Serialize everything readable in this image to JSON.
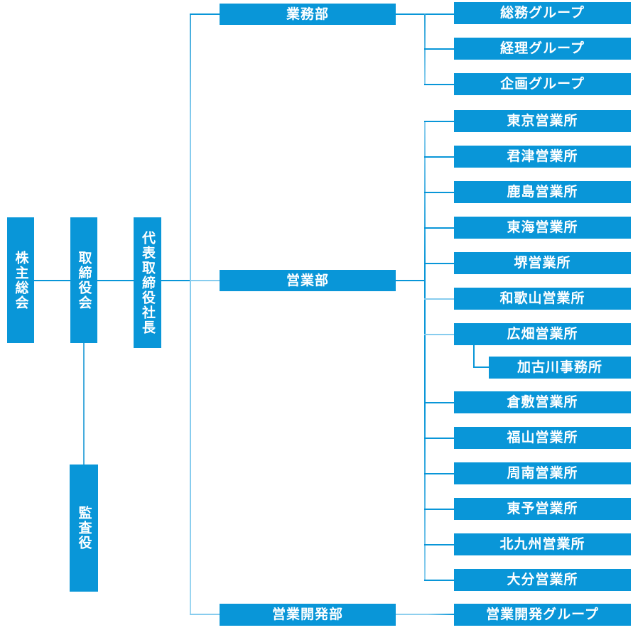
{
  "colors": {
    "box_blue": "#0996d8",
    "line_blue": "#0996d8",
    "line_light_blue": "#87ccee",
    "text_white": "#ffffff",
    "background": "#ffffff"
  },
  "org_chart": {
    "governance_chain": [
      {
        "label": "株主総会"
      },
      {
        "label": "取締役会"
      },
      {
        "label": "代表取締役社長"
      }
    ],
    "auditor": {
      "label": "監査役"
    },
    "departments": [
      {
        "label": "業務部",
        "children": [
          {
            "label": "総務グループ"
          },
          {
            "label": "経理グループ"
          },
          {
            "label": "企画グループ"
          }
        ]
      },
      {
        "label": "営業部",
        "children": [
          {
            "label": "東京営業所"
          },
          {
            "label": "君津営業所"
          },
          {
            "label": "鹿島営業所"
          },
          {
            "label": "東海営業所"
          },
          {
            "label": "堺営業所"
          },
          {
            "label": "和歌山営業所"
          },
          {
            "label": "広畑営業所",
            "children": [
              {
                "label": "加古川事務所"
              }
            ]
          },
          {
            "label": "倉敷営業所"
          },
          {
            "label": "福山営業所"
          },
          {
            "label": "周南営業所"
          },
          {
            "label": "東予営業所"
          },
          {
            "label": "北九州営業所"
          },
          {
            "label": "大分営業所"
          }
        ]
      },
      {
        "label": "営業開発部",
        "children": [
          {
            "label": "営業開発グループ"
          }
        ]
      }
    ]
  }
}
